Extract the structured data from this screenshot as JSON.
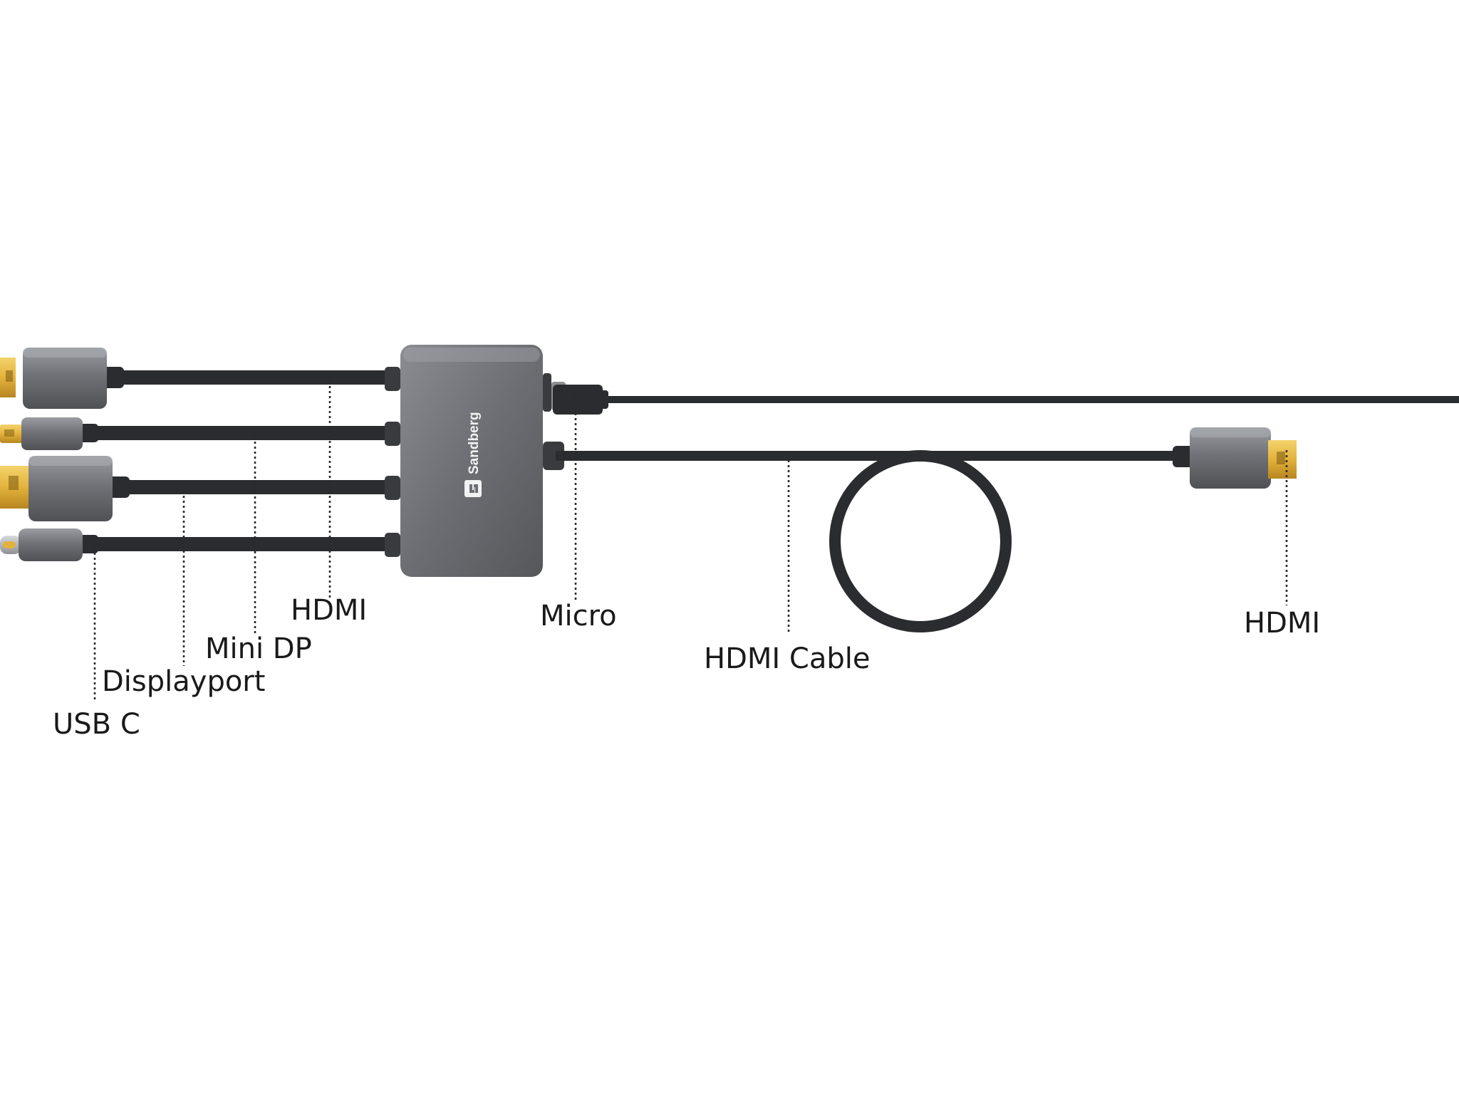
{
  "device": {
    "brand_text": "Sandberg",
    "body_color": "#707277",
    "cable_color": "#2b2c2f",
    "gold_color": "#e3b23c"
  },
  "labels": {
    "hdmi_port": "HDMI",
    "mini_dp": "Mini DP",
    "displayport": "Displayport",
    "usb_c": "USB C",
    "micro": "Micro",
    "hdmi_cable": "HDMI Cable",
    "hdmi_out": "HDMI"
  }
}
